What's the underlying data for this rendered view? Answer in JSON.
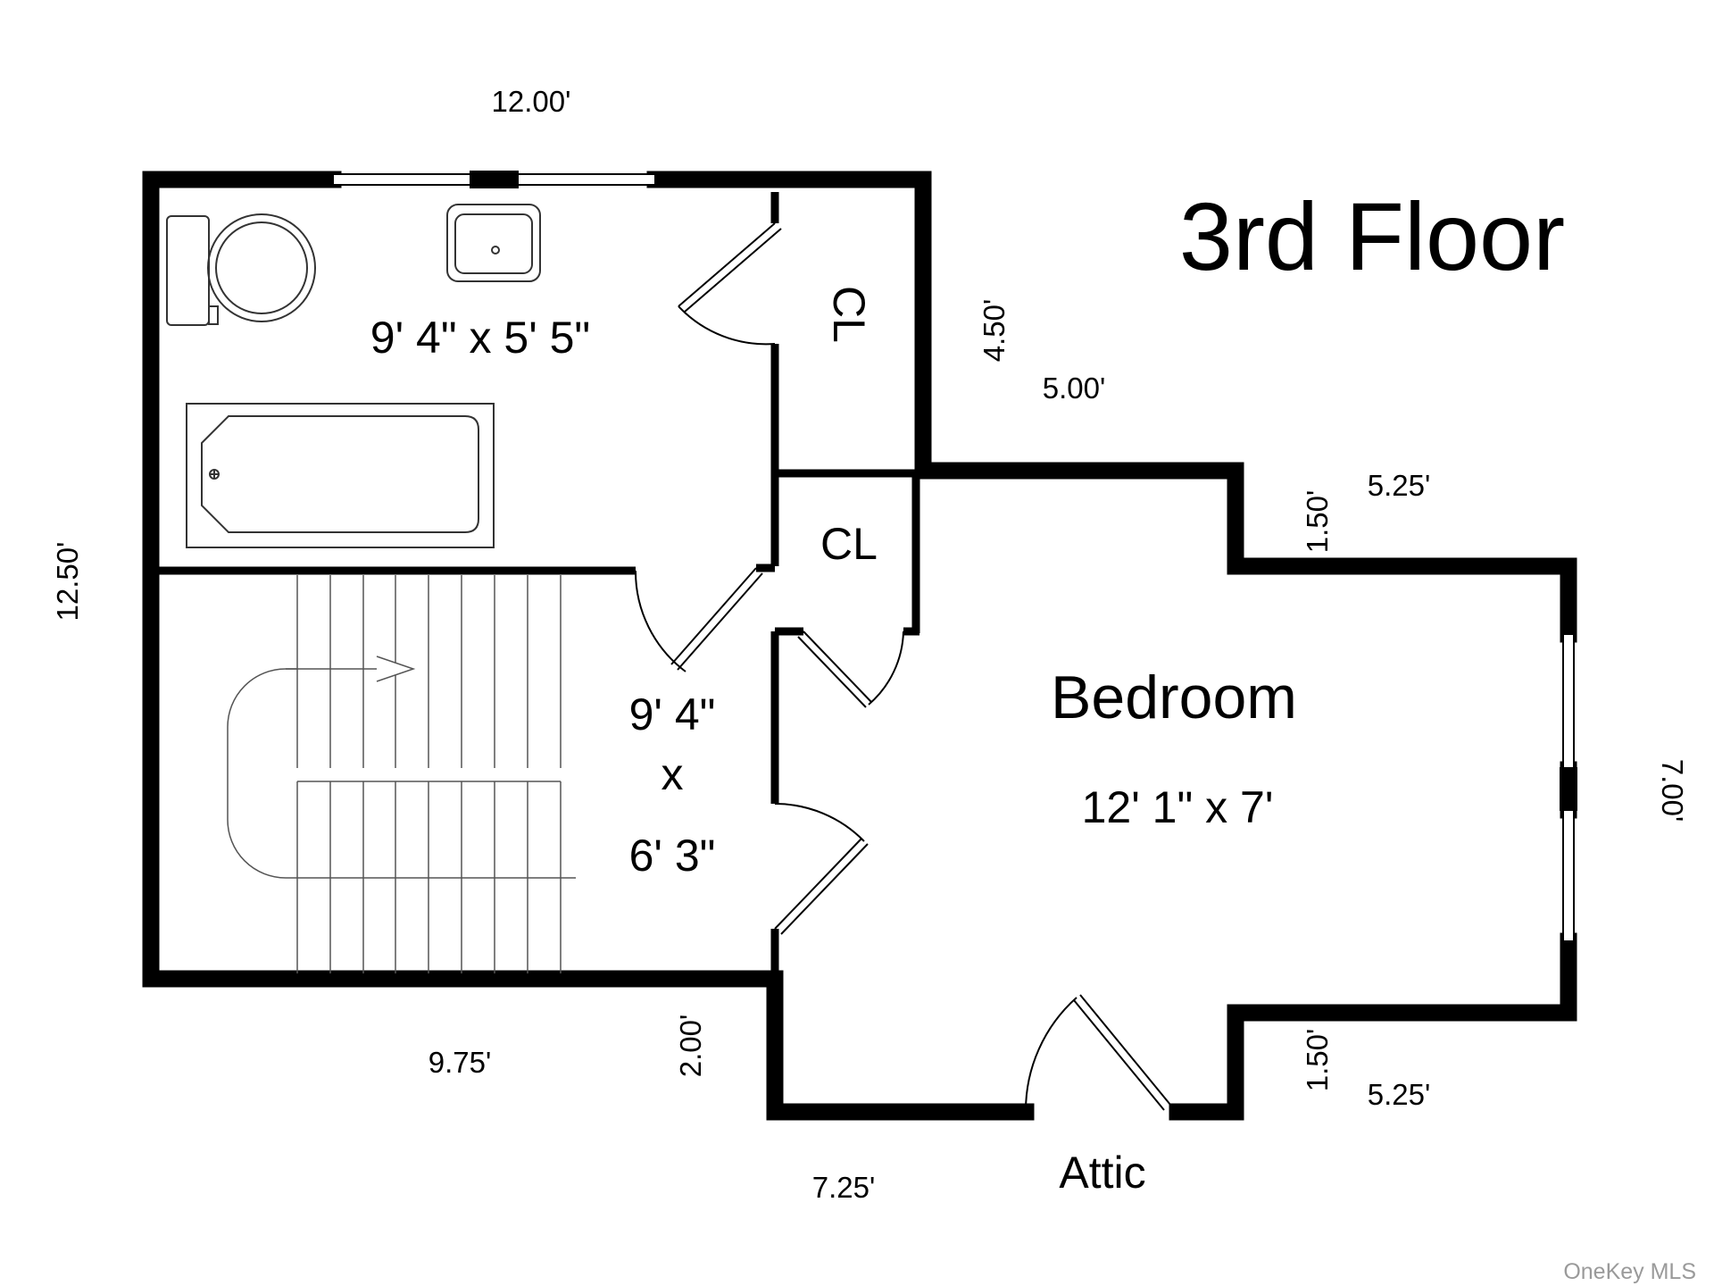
{
  "title": "3rd Floor",
  "watermark": "OneKey MLS",
  "rooms": {
    "bathroom": {
      "size": "9' 4\" x 5' 5\""
    },
    "closet_top": {
      "label": "CL"
    },
    "closet_mid": {
      "label": "CL"
    },
    "hall": {
      "size_line1": "9' 4\"",
      "size_line2": "x",
      "size_line3": "6' 3\""
    },
    "bedroom": {
      "label": "Bedroom",
      "size": "12' 1\" x 7'"
    },
    "attic": {
      "label": "Attic"
    }
  },
  "dimensions": {
    "top_width": "12.00'",
    "left_height": "12.50'",
    "closet_depth": "4.50'",
    "step_width": "5.00'",
    "bump_top_depth": "1.50'",
    "bump_top_width": "5.25'",
    "right_height": "7.00'",
    "bump_bottom_depth": "1.50'",
    "bump_bottom_width": "5.25'",
    "bottom_left_width": "9.75'",
    "bottom_step": "2.00'",
    "bottom_width": "7.25'"
  },
  "colors": {
    "wall": "#000000",
    "fixture": "#333333",
    "watermark": "#9a9a9a"
  }
}
